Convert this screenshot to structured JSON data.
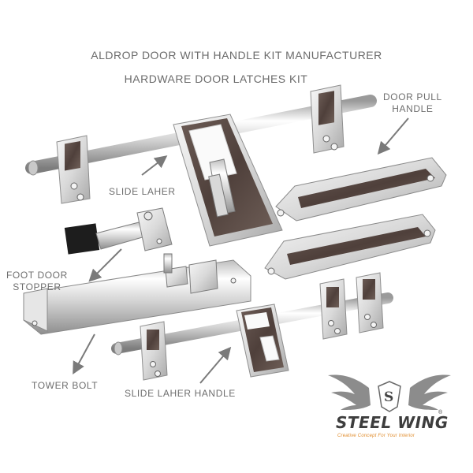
{
  "titles": {
    "line1": "ALDROP DOOR WITH HANDLE KIT MANUFACTURER",
    "line2": "HARDWARE DOOR LATCHES KIT"
  },
  "labels": {
    "door_pull_handle_1": "DOOR PULL",
    "door_pull_handle_2": "HANDLE",
    "slide_laher": "SLIDE LAHER",
    "foot_door_stopper_1": "FOOT DOOR",
    "foot_door_stopper_2": "STOPPER",
    "tower_bolt": "TOWER BOLT",
    "slide_laher_handle": "SLIDE LAHER HANDLE"
  },
  "brand": {
    "logo_letter": "S",
    "name": "STEEL WING",
    "registered": "®",
    "tagline": "Creative Concept For Your Interior",
    "accent_color": "#e08b2a",
    "wing_icon": "wing-logo-icon"
  },
  "colors": {
    "steel_light": "#f1f1f1",
    "steel_dark": "#8a8a8a",
    "wood_inlay": "#5a4a44",
    "label_gray": "#6e6e6e"
  }
}
